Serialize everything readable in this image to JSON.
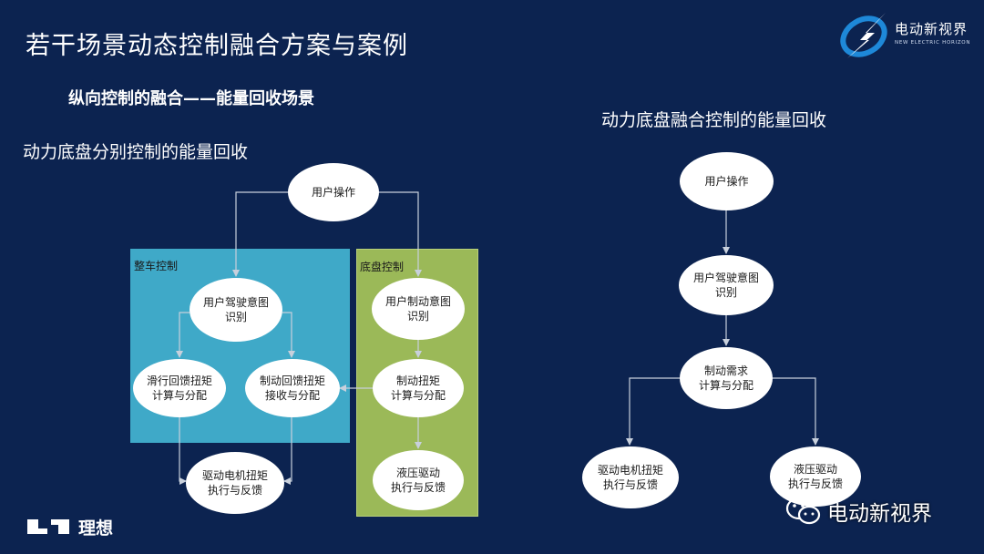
{
  "title": "若干场景动态控制融合方案与案例",
  "subtitle": "纵向控制的融合——能量回收场景",
  "left_section_title": "动力底盘分别控制的能量回收",
  "right_section_title": "动力底盘融合控制的能量回收",
  "logo": {
    "name": "电动新视界",
    "tagline": "NEW ELECTRIC HORIZON"
  },
  "brand": {
    "name": "理想"
  },
  "wechat": {
    "name": "电动新视界"
  },
  "left_diagram": {
    "panels": {
      "vehicle": "整车控制",
      "chassis": "底盘控制"
    },
    "nodes": {
      "user_op": "用户操作",
      "drive_intent": "用户驾驶意图\n识别",
      "brake_intent": "用户制动意图\n识别",
      "coast_torque": "滑行回馈扭矩\n计算与分配",
      "brake_regen": "制动回馈扭矩\n接收与分配",
      "brake_torque": "制动扭矩\n计算与分配",
      "motor_exec": "驱动电机扭矩\n执行与反馈",
      "hydraulic_exec": "液压驱动\n执行与反馈"
    }
  },
  "right_diagram": {
    "nodes": {
      "user_op": "用户操作",
      "drive_intent": "用户驾驶意图\n识别",
      "brake_demand": "制动需求\n计算与分配",
      "motor_exec": "驱动电机扭矩\n执行与反馈",
      "hydraulic_exec": "液压驱动\n执行与反馈"
    }
  },
  "colors": {
    "background": "#0c2350",
    "vehicle_panel": "#3fa9c8",
    "chassis_panel": "#9bb958",
    "node_fill": "#ffffff",
    "connector": "#c8d0dc"
  }
}
